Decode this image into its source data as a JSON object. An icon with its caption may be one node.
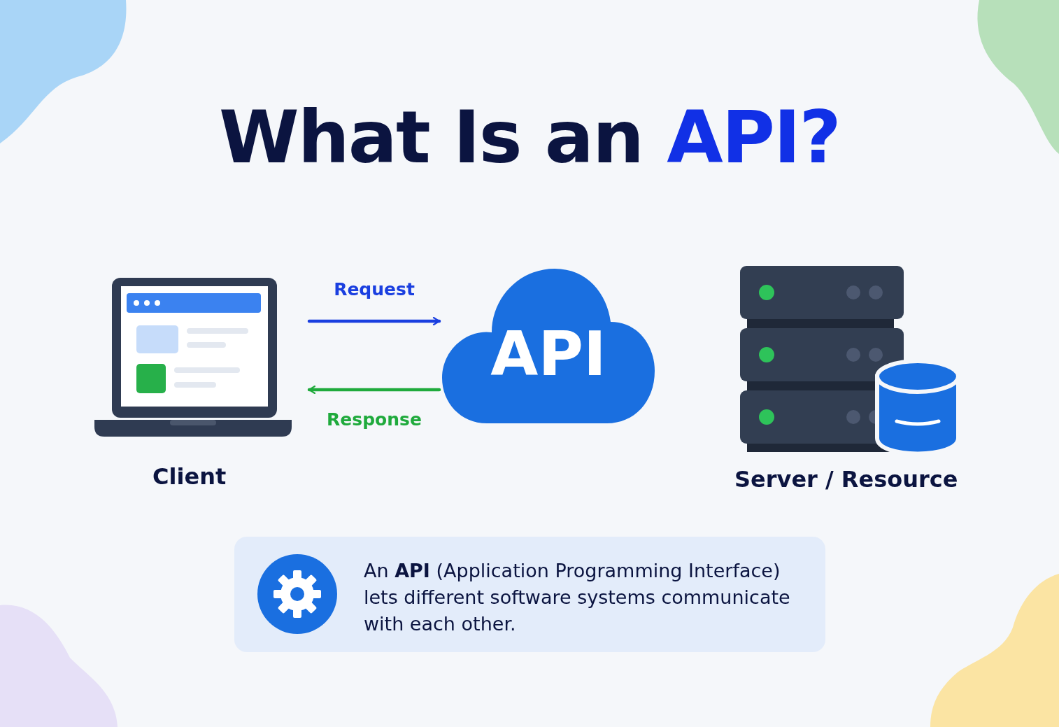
{
  "diagram": {
    "title": "What Is an API?",
    "nodes": [
      {
        "text": [
          "Client"
        ]
      },
      {
        "text": [
          "API"
        ]
      },
      {
        "text": [
          "Server / Resource"
        ]
      },
      {
        "text": [
          "An **API** (Application Programming Interface) lets different software systems communicate with each other."
        ]
      }
    ],
    "edges": [
      {
        "from": 0,
        "to": 1,
        "arrow": "to",
        "label": "Request",
        "color": "#1a3fe0"
      },
      {
        "from": 1,
        "to": 0,
        "arrow": "to",
        "label": "Response",
        "color": "#1faa3c"
      }
    ]
  }
}
